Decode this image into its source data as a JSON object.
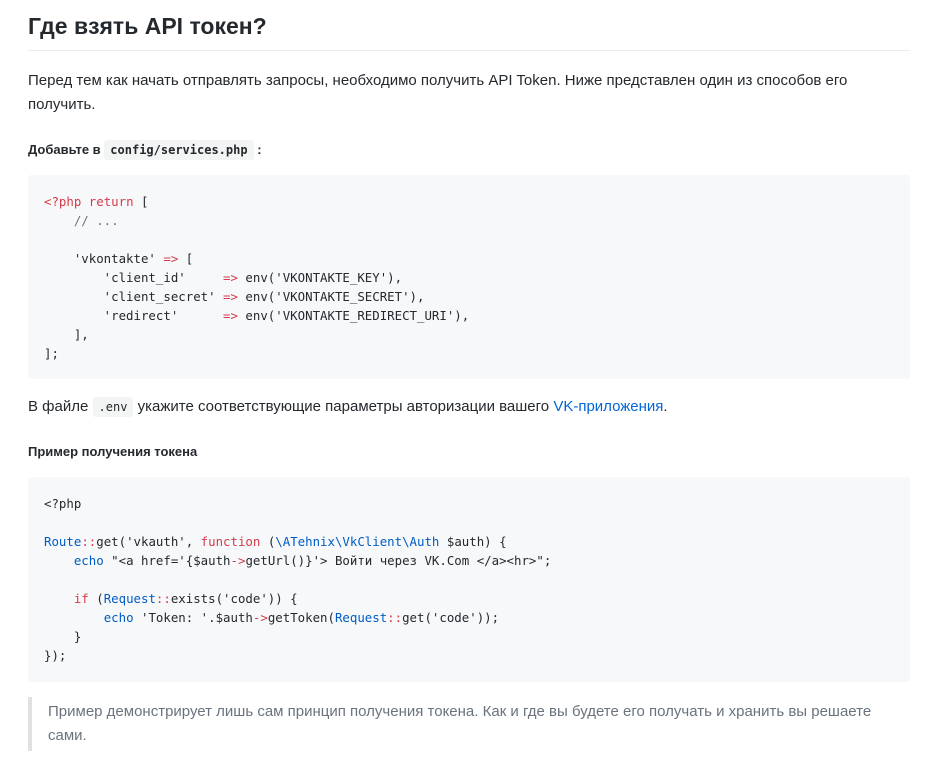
{
  "heading": "Где взять API токен?",
  "intro": "Перед тем как начать отправлять запросы, необходимо получить API Token. Ниже представлен один из способов его получить.",
  "add_to": {
    "prefix": "Добавьте в",
    "file": "config/services.php",
    "suffix": ":"
  },
  "code1": {
    "l1a": "<?php",
    "l1b": "return",
    "l1c": "[",
    "l2": "    // ...",
    "l4a": "    'vkontakte'",
    "l4b": "=>",
    "l4c": "[",
    "l5a": "        'client_id'     ",
    "l5b": "=>",
    "l5c": " env('VKONTAKTE_KEY'),",
    "l6a": "        'client_secret' ",
    "l6b": "=>",
    "l6c": " env('VKONTAKTE_SECRET'),",
    "l7a": "        'redirect'      ",
    "l7b": "=>",
    "l7c": " env('VKONTAKTE_REDIRECT_URI'),",
    "l8": "    ],",
    "l9": "];"
  },
  "env_text": {
    "prefix": "В файле",
    "file": ".env",
    "middle": "укажите соответствующие параметры авторизации вашего",
    "link": "VK-приложения",
    "suffix": "."
  },
  "example_label": "Пример получения токена",
  "code2": {
    "l1": "<?php",
    "l3a": "Route",
    "l3b": "::",
    "l3c": "get('vkauth', ",
    "l3d": "function",
    "l3e": " (",
    "l3f": "\\ATehnix\\VkClient\\Auth",
    "l3g": " $auth) {",
    "l4a": "    ",
    "l4b": "echo",
    "l4c": " \"<a href='{$auth",
    "l4d": "->",
    "l4e": "getUrl()}'> Войти через VK.Com </a><hr>\";",
    "l6a": "    ",
    "l6b": "if",
    "l6c": " (",
    "l6d": "Request",
    "l6e": "::",
    "l6f": "exists('code')) {",
    "l7a": "        ",
    "l7b": "echo",
    "l7c": " 'Token: '.$auth",
    "l7d": "->",
    "l7e": "getToken(",
    "l7f": "Request",
    "l7g": "::",
    "l7h": "get('code'));",
    "l8": "    }",
    "l9": "});"
  },
  "note": "Пример демонстрирует лишь сам принцип получения токена. Как и где вы будете его получать и хранить вы решаете сами."
}
